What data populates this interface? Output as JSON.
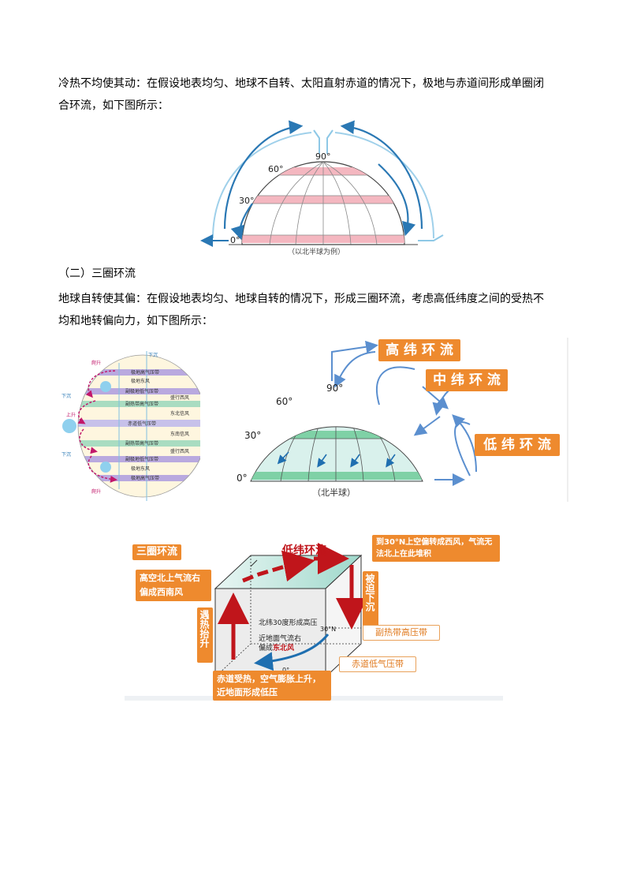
{
  "section1": {
    "paragraph_line1": "冷热不均使其动：在假设地表均匀、地球不自转、太阳直射赤道的情况下，极地与赤道间形成单圈闭",
    "paragraph_line2": "合环流，如下图所示："
  },
  "figure1": {
    "lat_90": "90°",
    "lat_60": "60°",
    "lat_30": "30°",
    "lat_0": "0°",
    "caption": "（以北半球为例）"
  },
  "section2": {
    "heading": "（二）三圈环流",
    "paragraph_line1": "地球自转使其偏：在假设地表均匀、地球自转的情况下，形成三圈环流，考虑高低纬度之间的受热不",
    "paragraph_line2": "均和地转偏向力，如下图所示："
  },
  "figure2_left": {
    "labels": [
      "极地高气压带",
      "极地东风",
      "副极地低气压带",
      "盛行西风",
      "副热带高气压带",
      "东北信风",
      "赤道低气压带",
      "东南信风",
      "副热带高气压带",
      "盛行西风",
      "副极地低气压带",
      "极地东风",
      "极地高气压带"
    ],
    "side_labels": {
      "rise": "上升",
      "sink": "下沉",
      "sink2": "下沉",
      "sink3": "下沉",
      "rise2": "爬升",
      "rise3": "爬升"
    }
  },
  "figure2_right": {
    "lat_90": "90°",
    "lat_60": "60°",
    "lat_30": "30°",
    "lat_0": "0°",
    "caption": "（北半球）",
    "high_cell": "高 纬 环 流",
    "mid_cell": "中 纬 环 流",
    "low_cell": "低 纬 环 流"
  },
  "figure3": {
    "title_tag": "三圈环流",
    "low_cell_title": "低纬环流",
    "upper_tag": "高空北上气流右偏成西南风",
    "top_right_tag": "到30°N上空偏转成西风，气流无法北上在此堆积",
    "heat_rise_tag": "遇热抬升",
    "sink_tag": "被迫下沉",
    "inner_text1": "北纬30度形成高压",
    "inner_text2": "近地面气流右",
    "inner_text3_prefix": "偏成",
    "inner_text3_highlight": "东北风",
    "lat_30n": "30°N",
    "lat_0": "0°",
    "subtropical_high": "副热带高压带",
    "equatorial_low": "赤道低气压带",
    "bottom_tag": "赤道受热，空气膨胀上升，近地面形成低压"
  },
  "colors": {
    "arrow_blue": "#2a78b4",
    "light_arrow_blue": "#9fd0ea",
    "pink_band": "#f2a9b4",
    "green_band": "#7fd1a6",
    "orange_tag": "#ee8a2e",
    "dark_red_arrow": "#c0151b"
  }
}
